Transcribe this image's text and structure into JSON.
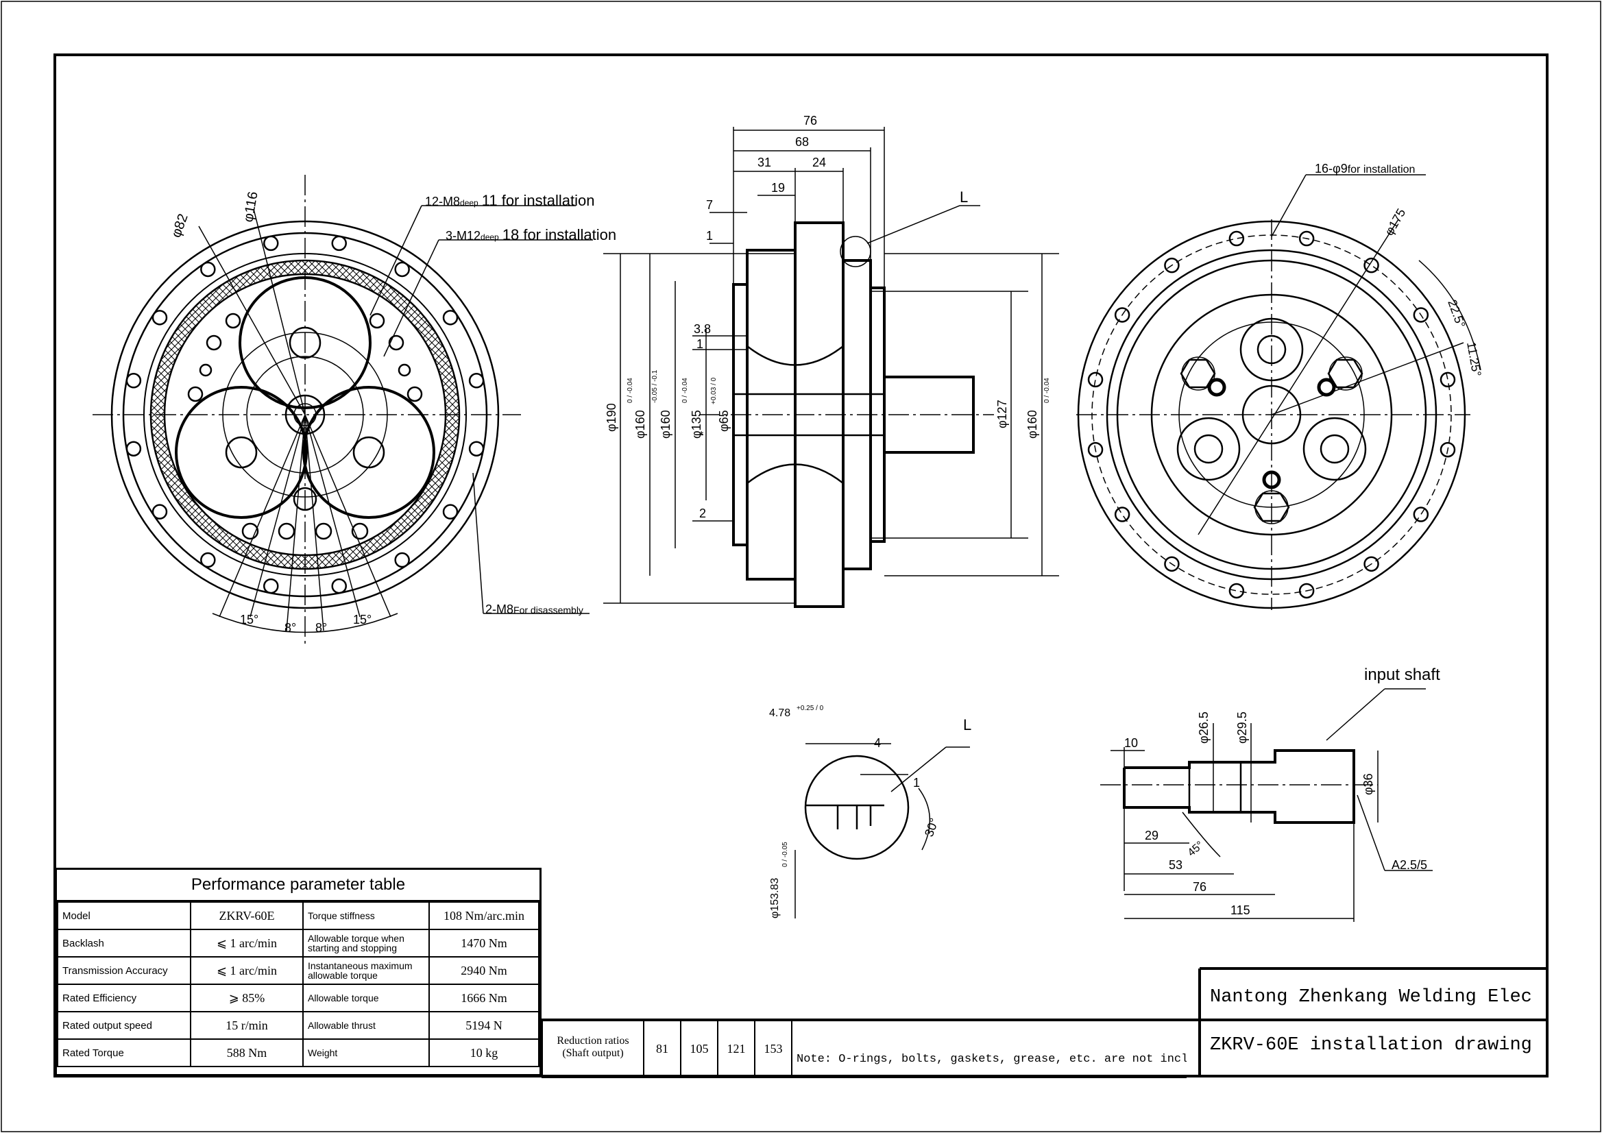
{
  "front_labels": {
    "phi82": "φ82",
    "phi116": "φ116",
    "m8": "12-M8",
    "m8_deep": "deep",
    "m8_rest": "11 for installation",
    "m12": "3-M12",
    "m12_deep": "deep",
    "m12_rest": "18 for installation",
    "m8dis": "2-M8",
    "m8dis_rest": "For disassembly",
    "a15l": "15°",
    "a8l": "8°",
    "a8r": "8°",
    "a15r": "15°"
  },
  "side_labels": {
    "d76": "76",
    "d68": "68",
    "d31": "31",
    "d24": "24",
    "d19": "19",
    "d7": "7",
    "d1": "1",
    "d38": "3.8",
    "d1b": "1",
    "d2": "2",
    "phi190": "φ190",
    "phi160a": "φ160",
    "phi160a_tol": "0 / -0.04",
    "phi160b": "φ160",
    "phi160b_tol": "-0.05 / -0.1",
    "phi135": "φ135",
    "phi135_tol": "0 / -0.04",
    "phi65": "φ65",
    "phi65_tol": "+0.03 / 0",
    "phi127": "φ127",
    "phi160c": "φ160",
    "phi160c_tol": "0 / -0.04",
    "L": "L",
    "star": "*"
  },
  "rear_labels": {
    "holes": "16-φ9",
    "holes_rest": "for installation",
    "phi175": "φ175",
    "a225": "22.5°",
    "a1125": "11.25°"
  },
  "detail_labels": {
    "d478": "4.78",
    "d478_tol": "+0.25 / 0",
    "d4": "4",
    "L": "L",
    "d1": "1",
    "a30": "30°",
    "phi15383": "φ153.83",
    "phi15383_tol": "0 / -0.05"
  },
  "shaft_labels": {
    "title": "input shaft",
    "d10": "10",
    "phi265": "φ26.5",
    "phi295": "φ29.5",
    "phi36": "φ36",
    "d29": "29",
    "a45": "45°",
    "d53": "53",
    "d76": "76",
    "d115": "115",
    "a25": "A2.5/5"
  },
  "perf_table": {
    "title": "Performance parameter table",
    "rows": [
      {
        "k1": "Model",
        "v1": "ZKRV-60E",
        "k2": "Torque stiffness",
        "v2": "108 Nm/arc.min"
      },
      {
        "k1": "Backlash",
        "v1": "⩽ 1 arc/min",
        "k2": "Allowable torque when starting and stopping",
        "v2": "1470 Nm"
      },
      {
        "k1": "Transmission Accuracy",
        "v1": "⩽ 1 arc/min",
        "k2": "Instantaneous maximum allowable torque",
        "v2": "2940 Nm"
      },
      {
        "k1": "Rated Efficiency",
        "v1": "⩾ 85%",
        "k2": "Allowable torque",
        "v2": "1666 Nm"
      },
      {
        "k1": "Rated output speed",
        "v1": "15 r/min",
        "k2": "Allowable thrust",
        "v2": "5194 N"
      },
      {
        "k1": "Rated Torque",
        "v1": "588 Nm",
        "k2": "Weight",
        "v2": "10  kg"
      }
    ]
  },
  "ratios": {
    "label_line1": "Reduction ratios",
    "label_line2": "(Shaft output)",
    "values": [
      "81",
      "105",
      "121",
      "153"
    ]
  },
  "note": "Note: O-rings, bolts, gaskets, grease, etc. are not included.",
  "title_block": {
    "company": "Nantong Zhenkang Welding Elec",
    "drawing": "ZKRV-60E installation drawing"
  }
}
